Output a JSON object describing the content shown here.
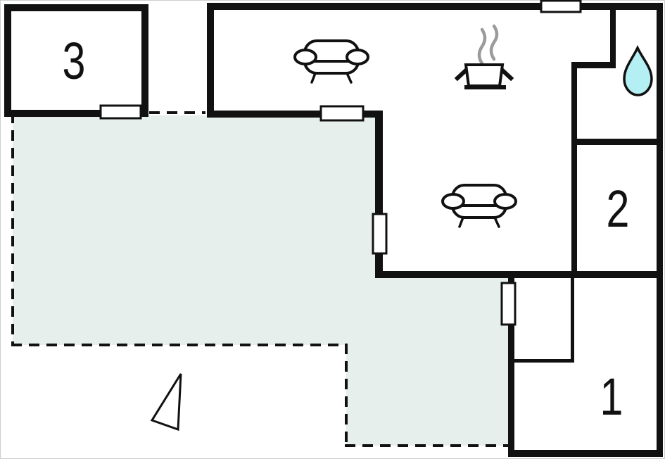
{
  "rooms": [
    {
      "number": "1"
    },
    {
      "number": "2"
    },
    {
      "number": "3"
    }
  ],
  "icons": {
    "sofa_living": "sofa-icon",
    "sofa_lounge": "sofa-icon",
    "cooking_pot": "cooking-pot-icon",
    "water_drop": "water-drop-icon",
    "north_arrow": "north-arrow-icon"
  },
  "colors": {
    "wall": "#111111",
    "terrace_fill": "#e7efec",
    "water_drop_fill": "#b4eff3",
    "steam": "#9b9b9b",
    "background": "#ffffff"
  }
}
